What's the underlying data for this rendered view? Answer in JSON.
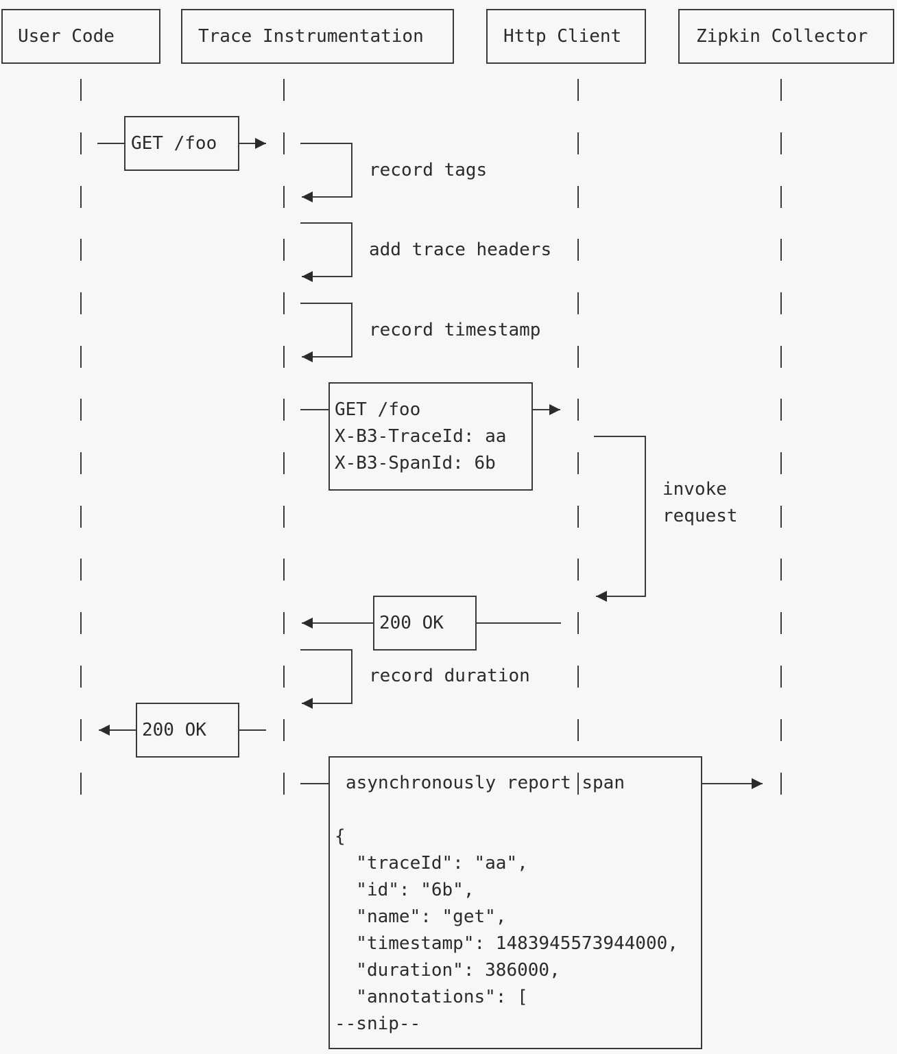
{
  "participants": [
    {
      "id": "user",
      "label": "User Code"
    },
    {
      "id": "trace",
      "label": "Trace Instrumentation"
    },
    {
      "id": "http",
      "label": "Http Client"
    },
    {
      "id": "zipkin",
      "label": "Zipkin Collector"
    }
  ],
  "messages": {
    "get_foo_1": "GET /foo",
    "record_tags": "record tags",
    "add_trace_headers": "add trace headers",
    "record_timestamp": "record timestamp",
    "get_foo_2": [
      "GET /foo",
      "X-B3-TraceId: aa",
      "X-B3-SpanId: 6b"
    ],
    "invoke_request": [
      "invoke",
      "request"
    ],
    "ok_1": "200 OK",
    "record_duration": "record duration",
    "ok_2": "200 OK",
    "report_span": "asynchronously report span",
    "span_json": [
      "{",
      "  \"traceId\": \"aa\",",
      "  \"id\": \"6b\",",
      "  \"name\": \"get\",",
      "  \"timestamp\": 1483945573944000,",
      "  \"duration\": 386000,",
      "  \"annotations\": [",
      "--snip--"
    ]
  }
}
